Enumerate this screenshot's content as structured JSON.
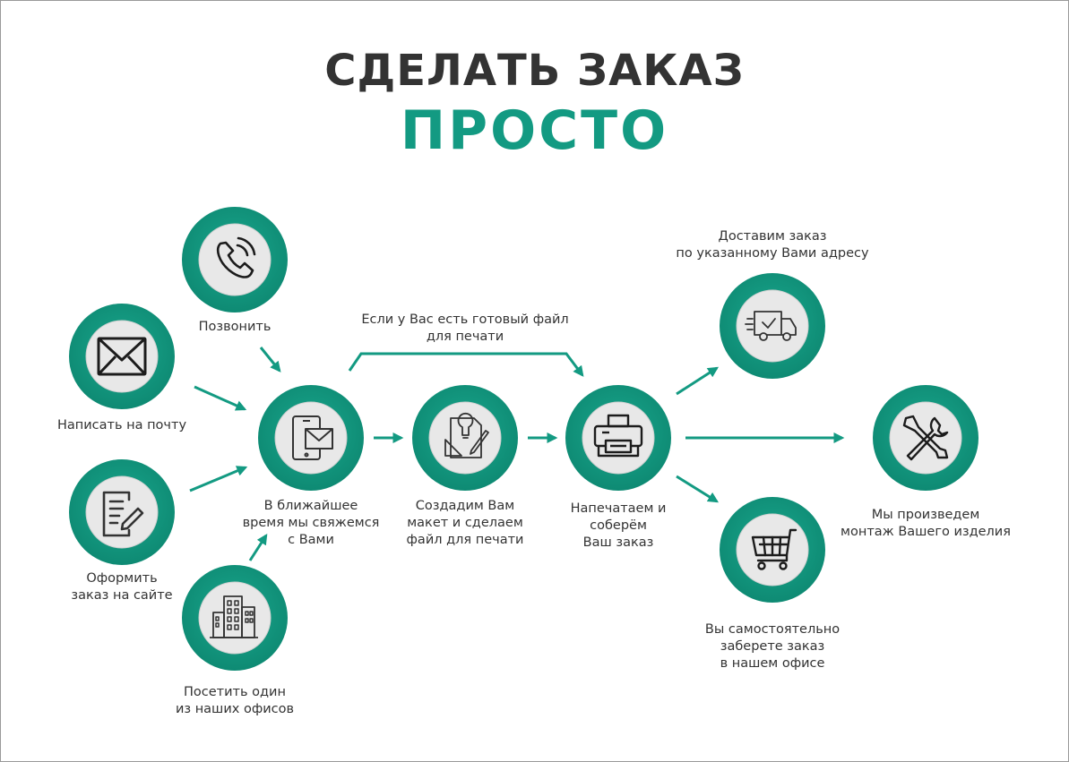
{
  "heading": {
    "line1": "СДЕЛАТЬ ЗАКАЗ",
    "line2": "ПРОСТО"
  },
  "colors": {
    "accent": "#139a82",
    "accent_dark": "#0e8a73",
    "icon_bg": "#e8e8e8",
    "text": "#333333"
  },
  "nodes": {
    "call": {
      "label": "Позвонить",
      "icon": "phone-icon"
    },
    "email": {
      "label": "Написать на почту",
      "icon": "envelope-icon"
    },
    "website": {
      "label": "Оформить\nзаказ на сайте",
      "icon": "document-edit-icon"
    },
    "office": {
      "label": "Посетить один\nиз наших офисов",
      "icon": "office-building-icon"
    },
    "contact": {
      "label": "В ближайшее\nвремя мы свяжемся\nс Вами",
      "icon": "tablet-mail-icon"
    },
    "design": {
      "label": "Создадим Вам\nмакет и сделаем\nфайл для печати",
      "icon": "design-idea-icon"
    },
    "print": {
      "label": "Напечатаем и\nсоберём\nВаш заказ",
      "icon": "printer-icon"
    },
    "delivery": {
      "label": "Доставим заказ\nпо указанному Вами адресу",
      "icon": "delivery-truck-icon"
    },
    "install": {
      "label": "Мы произведем\nмонтаж Вашего изделия",
      "icon": "tools-icon"
    },
    "pickup": {
      "label": "Вы самостоятельно\nзаберете заказ\nв нашем офисе",
      "icon": "shopping-cart-icon"
    }
  },
  "shortcut_label": "Если у Вас есть готовый файл\nдля печати"
}
